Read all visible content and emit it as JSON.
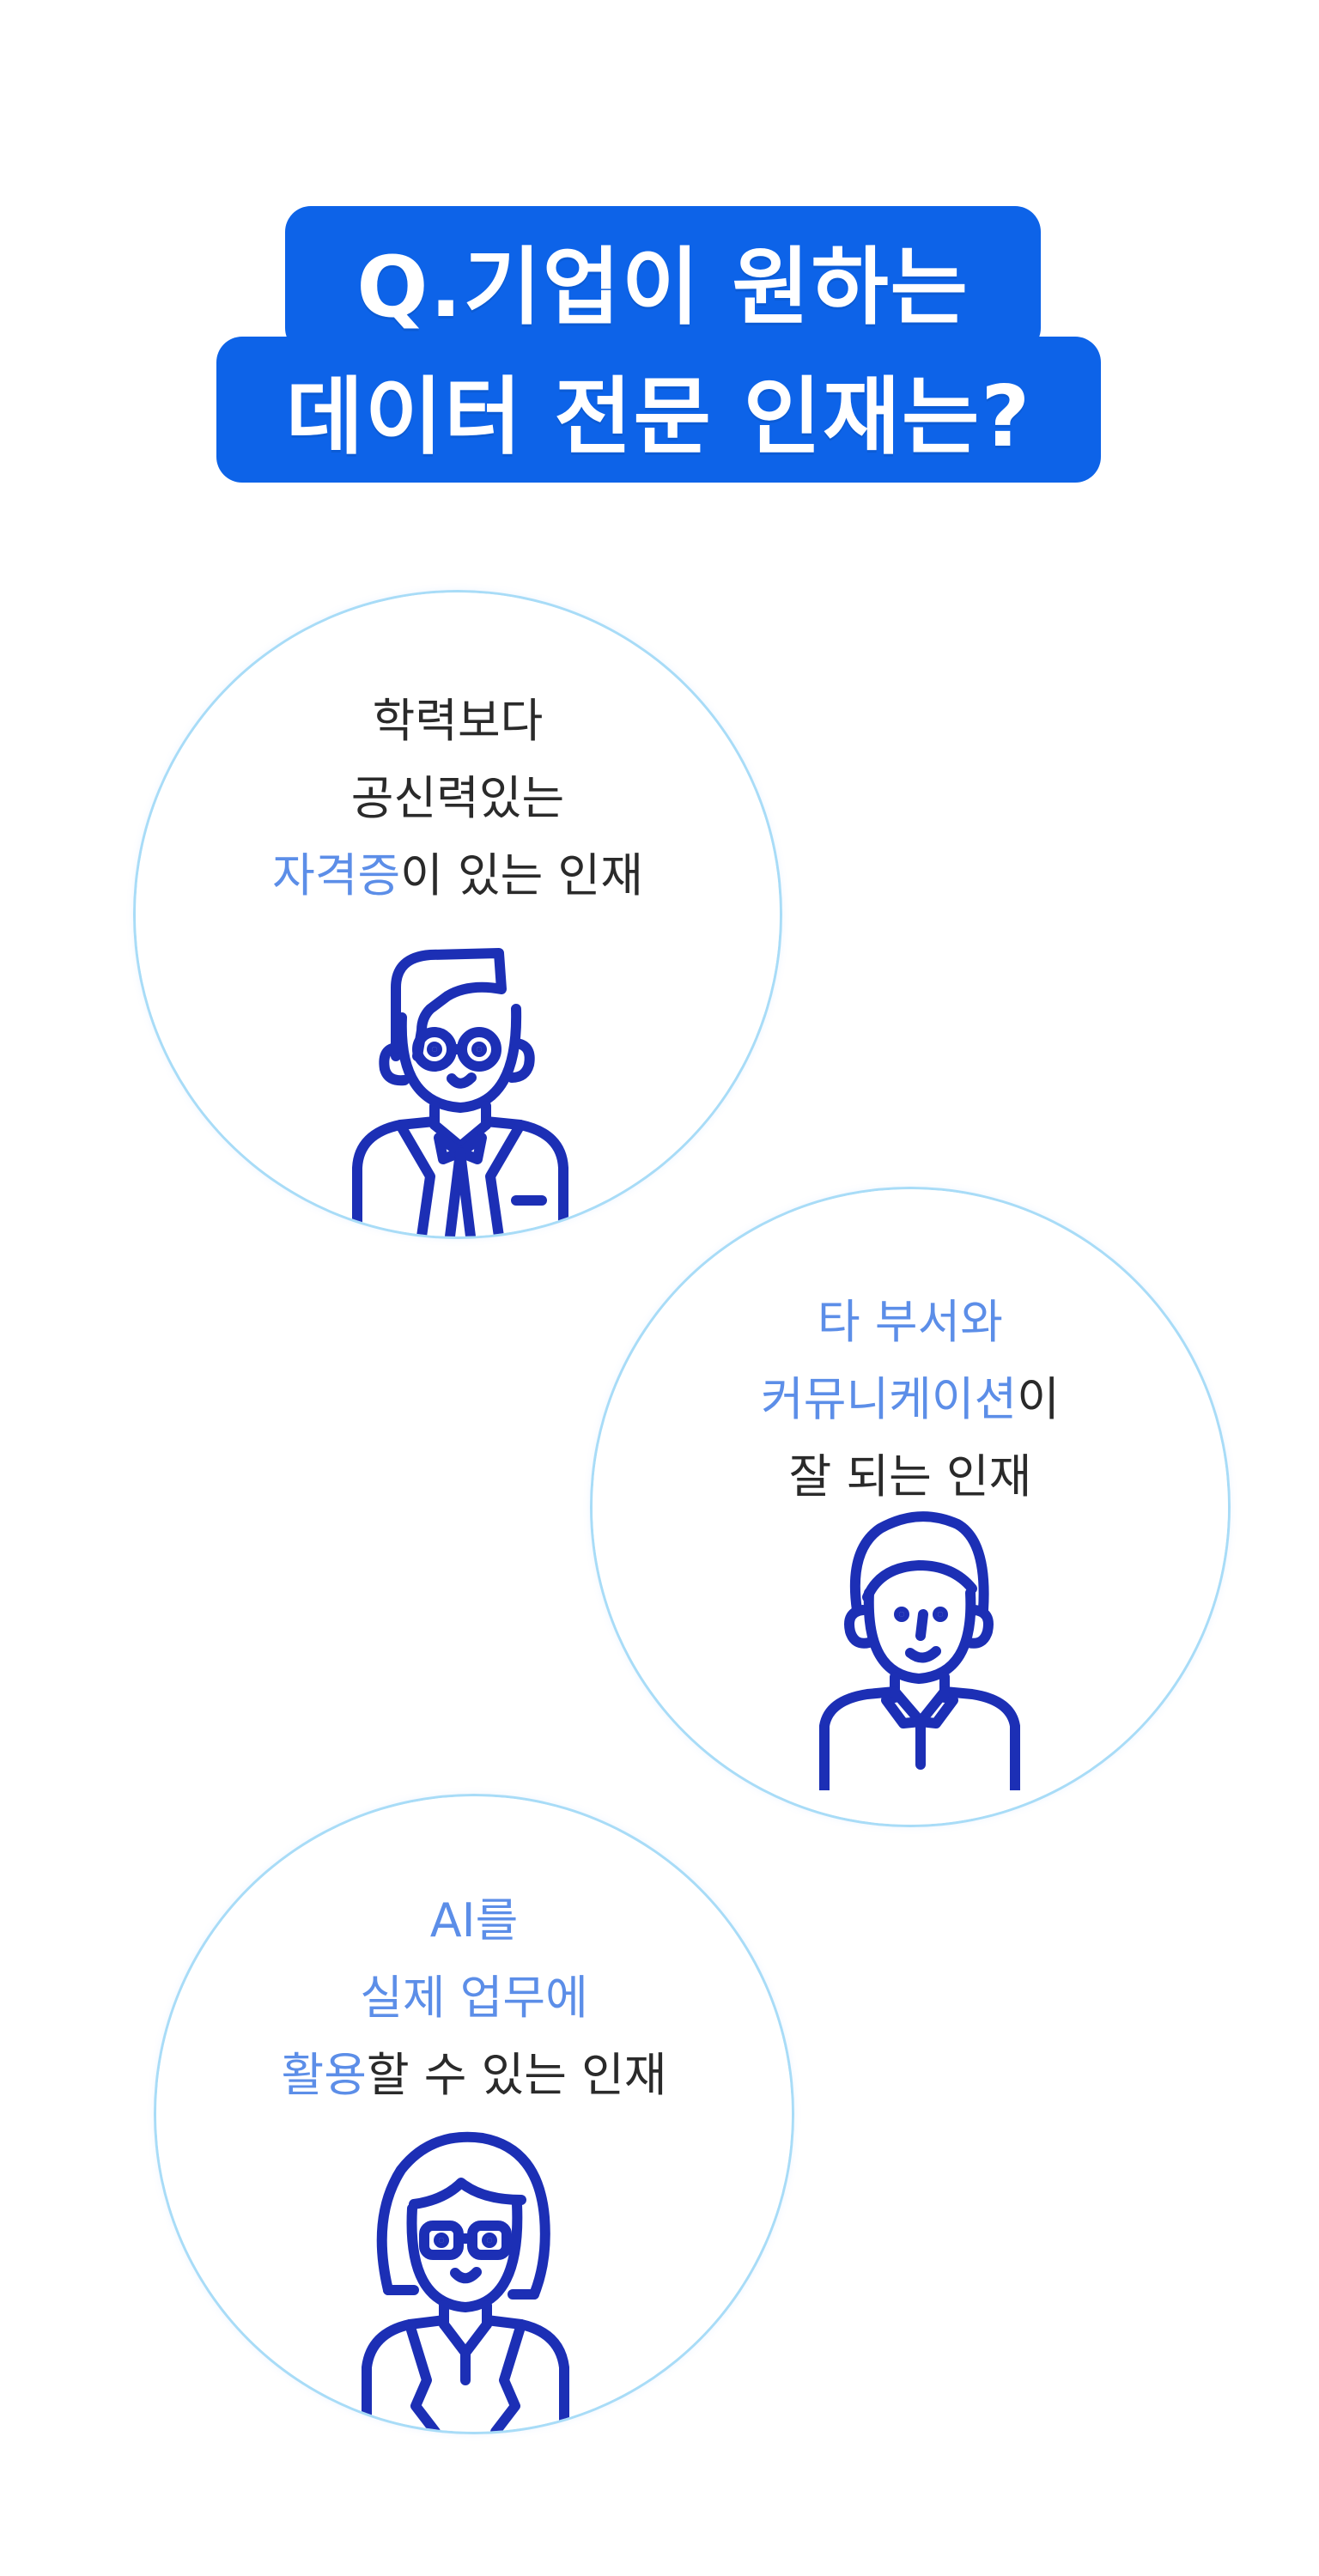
{
  "title": {
    "line1": "Q.기업이 원하는",
    "line2": "데이터 전문 인재는?"
  },
  "cards": [
    {
      "line1": "학력보다",
      "line2": "공신력있는",
      "line3_highlight": "자격증",
      "line3_rest": "이 있는 인재",
      "icon": "businessman-icon"
    },
    {
      "line1_highlight": "타 부서와",
      "line2_highlight": "커뮤니케이션",
      "line2_rest": "이",
      "line3": "잘 되는 인재",
      "icon": "man-icon"
    },
    {
      "line1_highlight": "AI를",
      "line2_highlight": "실제 업무에",
      "line3_highlight": "활용",
      "line3_rest": "할 수 있는 인재",
      "icon": "woman-icon"
    }
  ],
  "colors": {
    "title_bg": "#0d63e8",
    "highlight": "#5c8ee8",
    "icon_stroke": "#1c2fb5",
    "bubble_ring": "#a8dcf7"
  }
}
